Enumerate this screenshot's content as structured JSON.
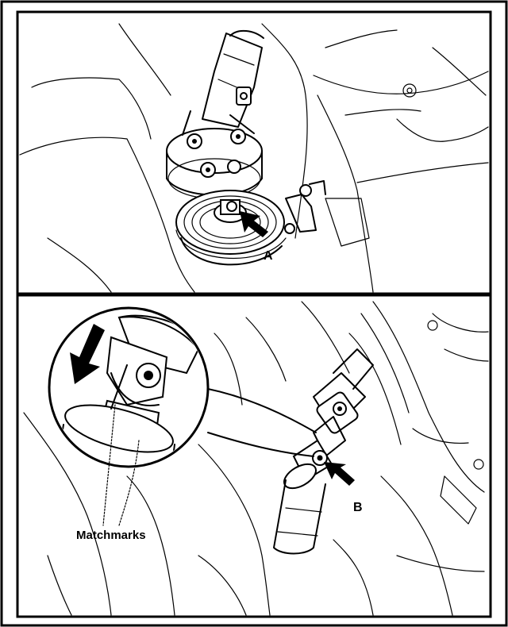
{
  "labels": {
    "point_a": "A",
    "point_b": "B",
    "matchmarks": "Matchmarks"
  },
  "colors": {
    "ink": "#000000",
    "paper": "#ffffff"
  }
}
